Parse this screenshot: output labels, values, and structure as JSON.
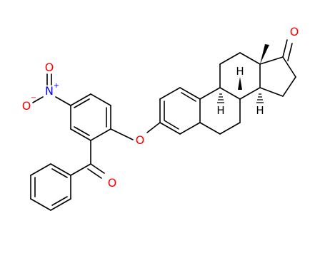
{
  "diagram": {
    "atoms": {
      "ketone_oxygen": "O",
      "ether_oxygen": "O",
      "benzoyl_oxygen": "O",
      "nitro_oxygen_top": "O",
      "nitro_oxygen_left": "O",
      "nitro_nitrogen": "N",
      "nitro_plus_charge": "+",
      "nitro_minus_charge": "−",
      "h_c8": "H",
      "h_c9": "H",
      "h_c14": "H"
    },
    "colors": {
      "bond": "#000000",
      "oxygen": "#ff0000",
      "nitrogen": "#0000ff",
      "hydrogen": "#000000"
    }
  }
}
